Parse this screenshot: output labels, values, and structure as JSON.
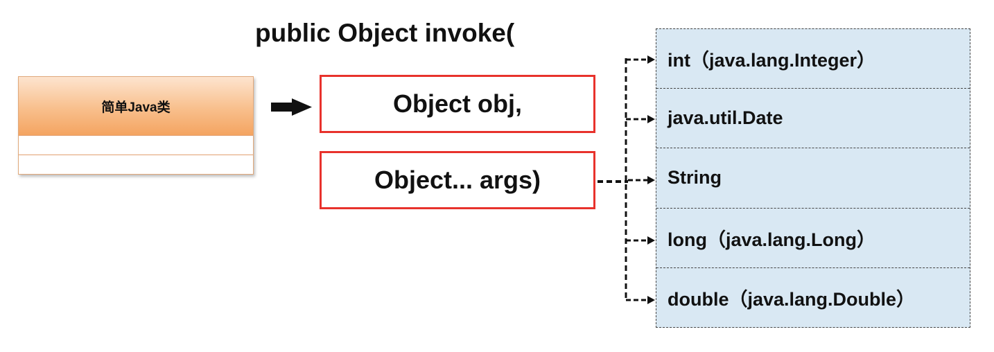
{
  "title": "public Object invoke(",
  "class_box": {
    "name": "简单Java类"
  },
  "params": [
    {
      "text": "Object obj,"
    },
    {
      "text": "Object... args)"
    }
  ],
  "types": [
    {
      "label": "int（java.lang.Integer）"
    },
    {
      "label": "java.util.Date"
    },
    {
      "label": "String"
    },
    {
      "label": "long（java.lang.Long）"
    },
    {
      "label": "double（java.lang.Double）"
    }
  ],
  "colors": {
    "param_border": "#e8322c",
    "class_header": "#f8bf8c",
    "types_background": "#d9e8f3"
  }
}
